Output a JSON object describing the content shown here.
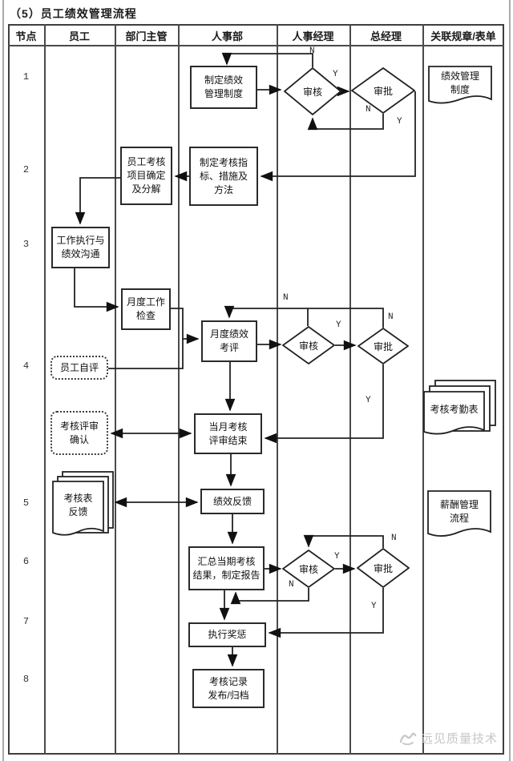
{
  "title": "（5）员工绩效管理流程",
  "table": {
    "columns": [
      "节点",
      "员工",
      "部门主管",
      "人事部",
      "人事经理",
      "总经理",
      "关联规章/表单"
    ]
  },
  "node_numbers": [
    "1",
    "2",
    "3",
    "4",
    "5",
    "6",
    "7",
    "8"
  ],
  "labels": {
    "n": "N",
    "y": "Y"
  },
  "nodes": {
    "make_system": "制定绩效\n管理制度",
    "review1": "审核",
    "approve1": "审批",
    "doc_perf_system": "绩效管理\n制度",
    "define_items": "员工考核\n项目确定\n及分解",
    "make_indicators": "制定考核指\n标、措施及\n方法",
    "work_exec": "工作执行与\n绩效沟通",
    "monthly_check": "月度工作\n检查",
    "monthly_eval": "月度绩效\n考评",
    "review2": "审核",
    "approve2": "审批",
    "self_eval": "员工自评",
    "review_confirm": "考核评审\n确认",
    "month_end": "当月考核\n评审结束",
    "doc_attendance": "考核考勤表",
    "feedback_form": "考核表\n反馈",
    "perf_feedback": "绩效反馈",
    "doc_salary": "薪酬管理\n流程",
    "summarize": "汇总当期考核\n结果，制定报告",
    "review3": "审核",
    "approve3": "审批",
    "execute": "执行奖惩",
    "archive": "考核记录\n发布/归档"
  },
  "watermark": "远见质量技术",
  "colors": {
    "line": "#222222",
    "grid": "#4a4a4a",
    "watermark": "#c6c6c6"
  }
}
